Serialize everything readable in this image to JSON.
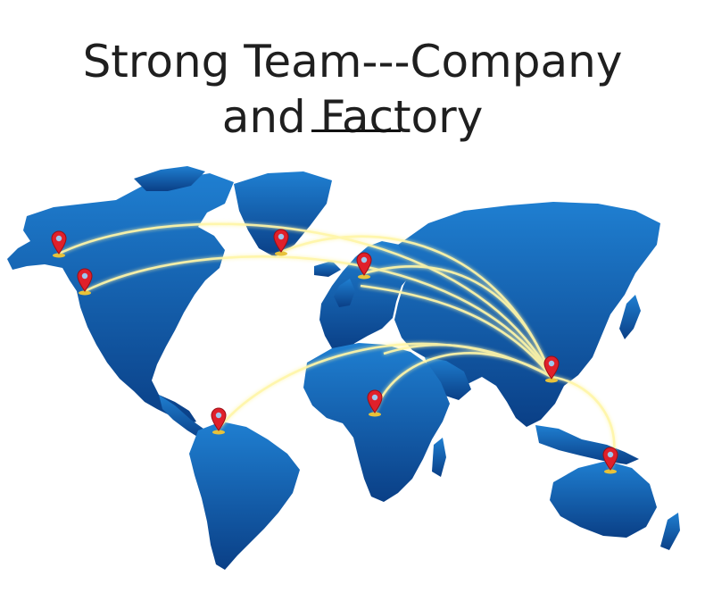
{
  "heading": {
    "line1": "Strong Team---Company",
    "line2": "and Factory"
  },
  "map": {
    "colors": {
      "land_top": "#1f7fd1",
      "land_bottom": "#0a3f86",
      "route": "#fff6a8",
      "route_glow": "#f6e44a",
      "pin": "#e0202a",
      "pin_dark": "#9a0d14",
      "pin_base": "#e8c23a"
    },
    "hub": "China",
    "locations": [
      {
        "name": "Alaska",
        "icon": "location-pin-icon"
      },
      {
        "name": "Western Canada",
        "icon": "location-pin-icon"
      },
      {
        "name": "Greenland",
        "icon": "location-pin-icon"
      },
      {
        "name": "Scandinavia",
        "icon": "location-pin-icon"
      },
      {
        "name": "South America",
        "icon": "location-pin-icon"
      },
      {
        "name": "Central Africa",
        "icon": "location-pin-icon"
      },
      {
        "name": "China",
        "icon": "location-pin-icon"
      },
      {
        "name": "Australia",
        "icon": "location-pin-icon"
      }
    ]
  }
}
